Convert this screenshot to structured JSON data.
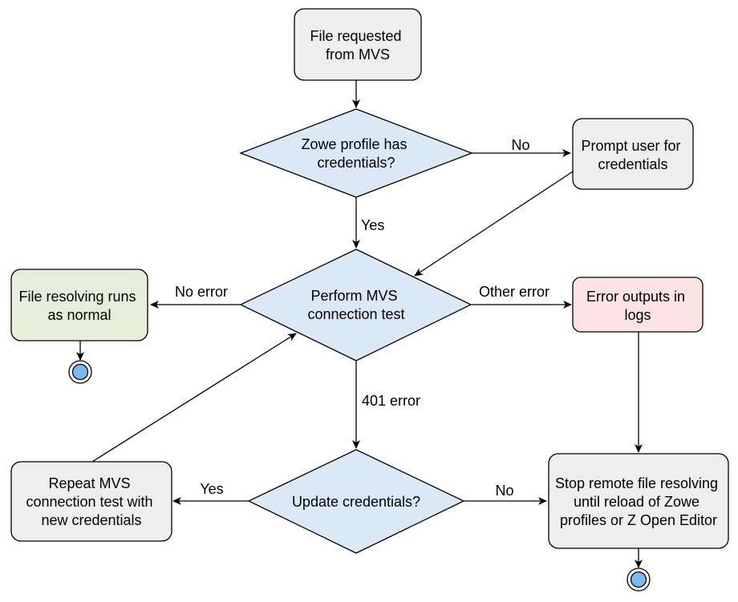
{
  "colors": {
    "gray": "#eeeeee",
    "blue": "#dbe8f6",
    "green": "#e3efda",
    "red": "#fde3e3",
    "end_inner": "#7eb7ef"
  },
  "nodes": {
    "file_requested": [
      "File requested",
      "from MVS"
    ],
    "profile_has_creds": [
      "Zowe profile has",
      "credentials?"
    ],
    "prompt_user": [
      "Prompt user for",
      "credentials"
    ],
    "connection_test": [
      "Perform MVS",
      "connection test"
    ],
    "resolving_normal": [
      "File resolving runs",
      "as normal"
    ],
    "error_logs": [
      "Error outputs in",
      "logs"
    ],
    "repeat_test": [
      "Repeat MVS",
      "connection test with",
      "new credentials"
    ],
    "update_creds": [
      "Update credentials?"
    ],
    "stop_resolving": [
      "Stop remote file resolving",
      "until reload of Zowe",
      "profiles or Z Open Editor"
    ]
  },
  "edges": {
    "no_creds": "No",
    "yes_creds": "Yes",
    "no_error": "No error",
    "other_error": "Other error",
    "error_401": "401 error",
    "yes_update": "Yes",
    "no_update": "No"
  }
}
